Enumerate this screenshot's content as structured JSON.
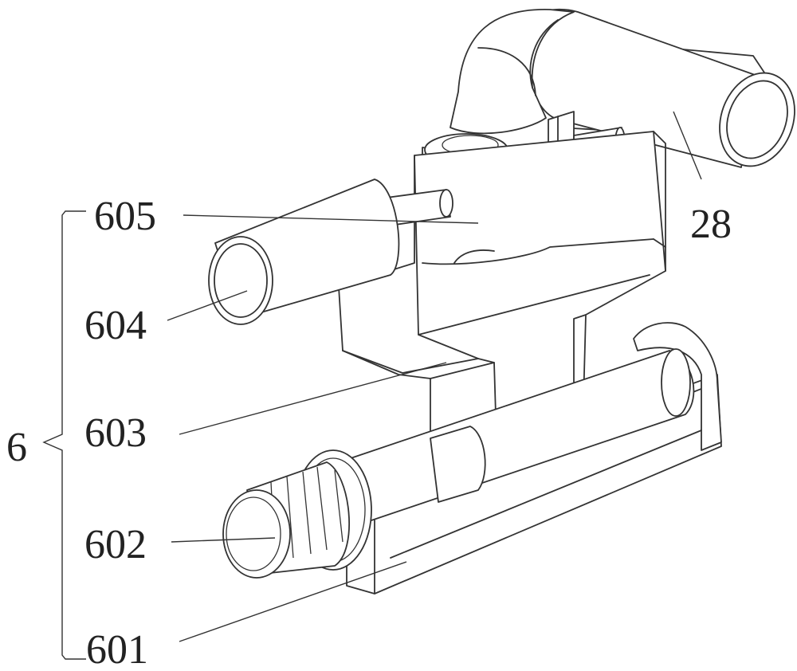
{
  "labels": {
    "assembly": "6",
    "part_601": "601",
    "part_602": "602",
    "part_603": "603",
    "part_604": "604",
    "part_605": "605",
    "part_28": "28"
  }
}
